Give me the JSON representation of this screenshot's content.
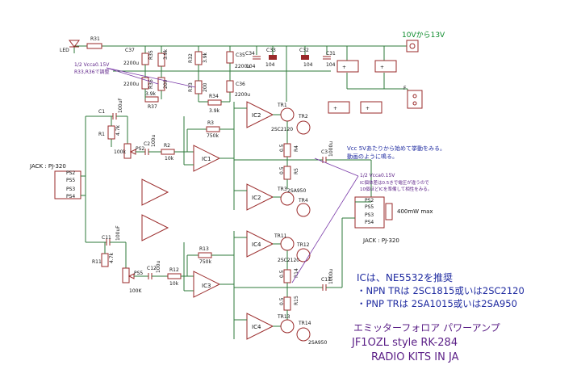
{
  "power": {
    "supply_label": "10Vから13V"
  },
  "notes": {
    "vcca_top_line1": "1/2 Vcca0.15V",
    "vcca_top_line2": "R33,R36で調整",
    "vcc_line1": "Vcc 5Vあたりから始めて挙動をみる。",
    "vcc_line2": "動画のように鳴る。",
    "vcca_right": "1/2 Vcca0.15V",
    "ic_note_line1": "IC個体差は0.5きで電圧が違うので",
    "ic_note_line2": "10個ほどICを準備して相性をみる。"
  },
  "jacks": {
    "input": "JACK : PJ-320",
    "output": "JACK : PJ-320",
    "output_power": "400mW max"
  },
  "info": {
    "ic_recommend": "ICは、NE5532を推奨",
    "npn": "・NPN  TRは  2SC1815或いは2SC2120",
    "pnp": "・PNP  TRは  2SA1015或いは2SA950",
    "title_jp": "エミッターフォロア  パワーアンプ",
    "style": "JF1OZL style   RK-284",
    "kits": "RADIO KITS IN JA"
  },
  "components": {
    "r31": "R31",
    "led": "LED",
    "c37": "C37",
    "c37v": "2200u",
    "r35": "R35",
    "r35v": "3.9k",
    "c38v": "2200u",
    "r36": "R36",
    "r36v": "200",
    "r37": "R37",
    "r37v": "3.9k",
    "r32": "R32",
    "r32v": "3.9k",
    "r33": "R33",
    "r33v": "200",
    "r34": "R34",
    "r34v": "3.9k",
    "c35": "C35",
    "c35v": "2200u",
    "c36": "C36",
    "c36v": "2200u",
    "c34": "C34",
    "c34v": "104",
    "c33": "C33",
    "c33v": "104",
    "c32": "C32",
    "c32v": "104",
    "c31": "C31",
    "c31v": "104",
    "f": "F",
    "c1": "C1",
    "c1v": "100uF",
    "r1": "R1",
    "r1v": "4.7k",
    "r3": "R3",
    "r3v": "750k",
    "c2": "C2",
    "c2v": "100u",
    "r2": "R2",
    "r2v": "10k",
    "vr1v": "100k",
    "ic1": "IC1",
    "ic2a": "IC2",
    "ic2b": "IC2",
    "tr1": "TR1",
    "tr2": "TR2",
    "tr1v": "2SC2120",
    "tr3": "TR3",
    "tr4": "TR4",
    "tr3v": "2SA950",
    "r4": "R4",
    "r4v": "0.5",
    "r5": "R5",
    "r5v": "0.5",
    "c3": "C3",
    "c3v": "1000u",
    "c11": "C11",
    "c11v": "100uF",
    "r11": "R11",
    "r11v": "4.7k",
    "r13": "R13",
    "r13v": "750k",
    "c12": "C12",
    "c12v": "100u",
    "r12": "R12",
    "r12v": "10k",
    "vr2v": "100K",
    "ic3": "IC3",
    "ic4a": "IC4",
    "ic4b": "IC4",
    "tr11": "TR11",
    "tr12": "TR12",
    "tr11v": "2SC2120",
    "tr13": "TR13",
    "tr14": "TR14",
    "tr13v": "2SA950",
    "r14": "R14",
    "r14v": "0.5",
    "r15": "R15",
    "r15v": "0.5",
    "c13": "C13",
    "c13v": "1000u",
    "ps2": "PS2",
    "ps5": "PS5",
    "jin_p1": "PS2",
    "jin_p2": "PS5",
    "jin_p3": "PS3",
    "jin_p4": "PS4",
    "jout_p1": "PS2",
    "jout_p2": "PS5",
    "jout_p3": "PS3",
    "jout_p4": "PS4"
  },
  "colors": {
    "wire": "#2d7a3a",
    "part": "#9a2a2a",
    "blue_text": "#1e2aa0",
    "purple_text": "#5a1e86",
    "green_text": "#0b8a2a"
  }
}
